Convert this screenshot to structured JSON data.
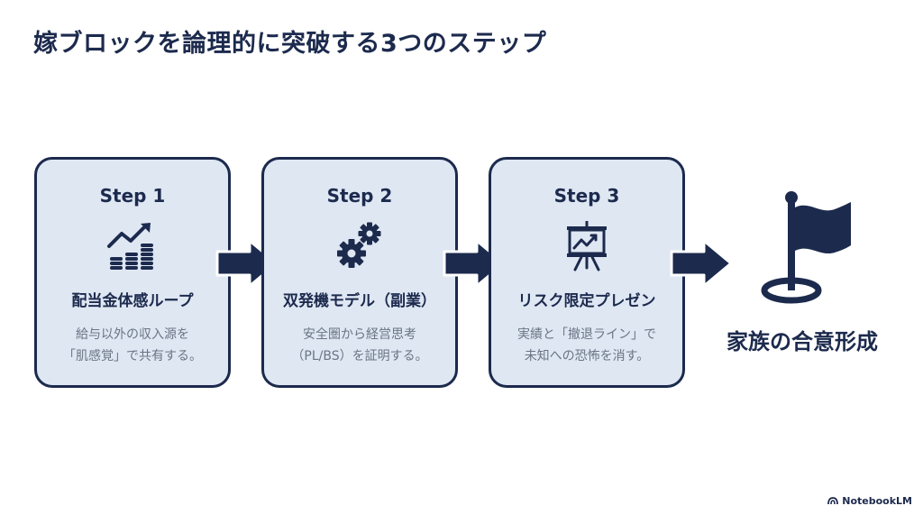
{
  "title": "嫁ブロックを論理的に突破する3つのステップ",
  "steps": [
    {
      "label": "Step 1",
      "icon": "coin-stacks-growth-icon",
      "title": "配当金体感ループ",
      "desc": [
        "給与以外の収入源を",
        "「肌感覚」で共有する。"
      ]
    },
    {
      "label": "Step 2",
      "icon": "gears-icon",
      "title": "双発機モデル（副業）",
      "desc": [
        "安全圏から経営思考",
        "（PL/BS）を証明する。"
      ]
    },
    {
      "label": "Step 3",
      "icon": "presentation-board-icon",
      "title": "リスク限定プレゼン",
      "desc": [
        "実績と「撤退ライン」で",
        "未知への恐怖を消す。"
      ]
    }
  ],
  "goal": {
    "icon": "goal-flag-icon",
    "label": "家族の合意形成"
  },
  "watermark": "NotebookLM",
  "colors": {
    "navy": "#1c2a4d",
    "card_bg": "#dfe7f3",
    "desc_text": "#6b7484",
    "background": "#ffffff"
  }
}
